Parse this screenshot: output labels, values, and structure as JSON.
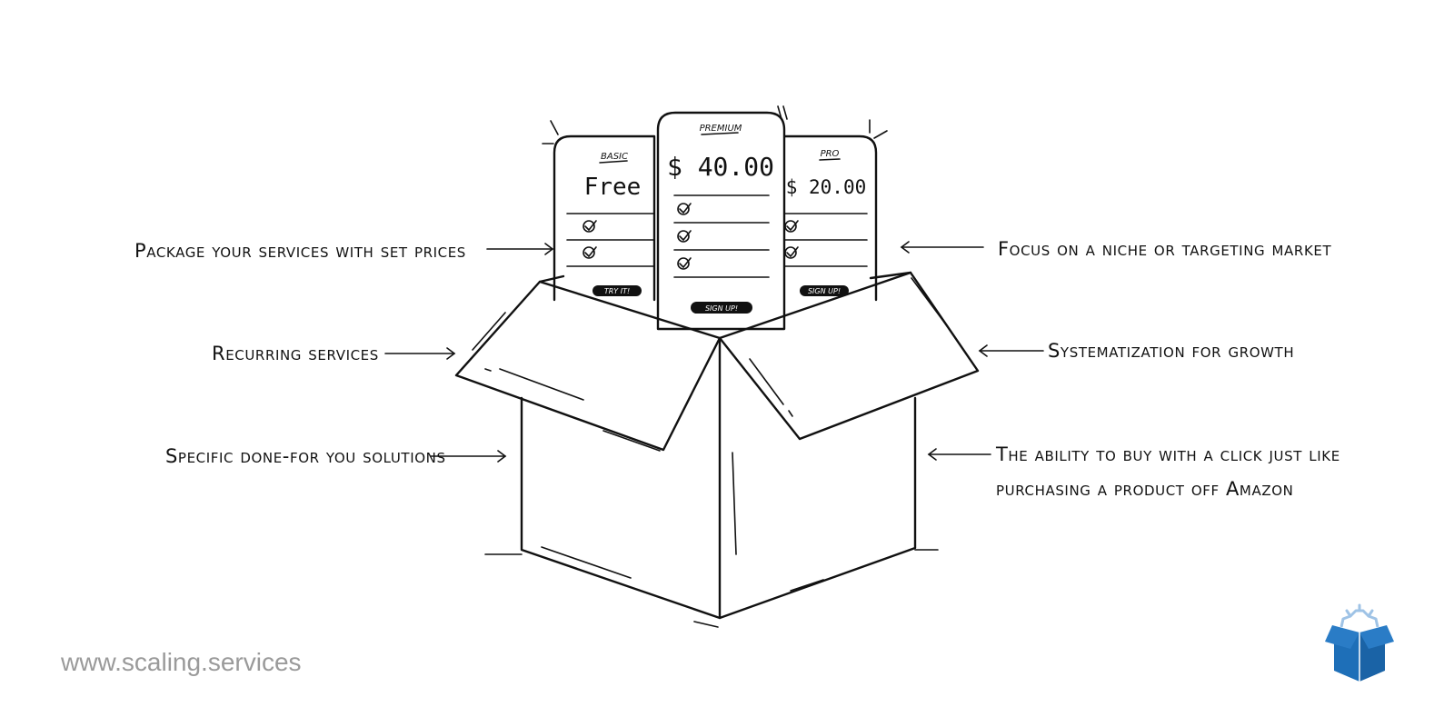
{
  "pricing_cards": {
    "basic": {
      "name": "BASIC",
      "price": "Free",
      "button": "TRY IT!"
    },
    "premium": {
      "name": "PREMIUM",
      "price": "$ 40.00",
      "button": "SIGN UP!"
    },
    "pro": {
      "name": "PRO",
      "price": "$ 20.00",
      "button": "SIGN UP!"
    }
  },
  "labels": {
    "left": [
      "Package your services with set prices",
      "Recurring services",
      "Specific done-for you solutions"
    ],
    "right": [
      "Focus on a niche or targeting market",
      "Systematization for growth",
      "The ability to buy with a click just like",
      "purchasing a product off Amazon"
    ]
  },
  "footer": {
    "website": "www.scaling.services"
  },
  "logo": {
    "icon": "box-gear-logo-icon",
    "colors": {
      "box": "#1e6fb8",
      "gear": "#9fc3e6"
    }
  }
}
